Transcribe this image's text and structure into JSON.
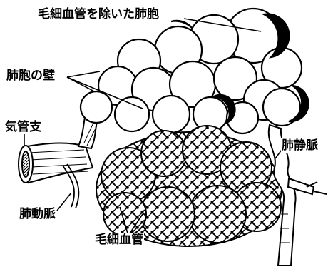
{
  "labels": {
    "capillaries_removed_alveoli": "毛細血管を除いた肺胞",
    "alveolar_wall": "肺胞の壁",
    "bronchus": "気管支",
    "pulmonary_vein": "肺静脈",
    "pulmonary_artery": "肺動脈",
    "capillaries": "毛細血管"
  },
  "colors": {
    "ink": "#000000",
    "paper": "#ffffff"
  }
}
